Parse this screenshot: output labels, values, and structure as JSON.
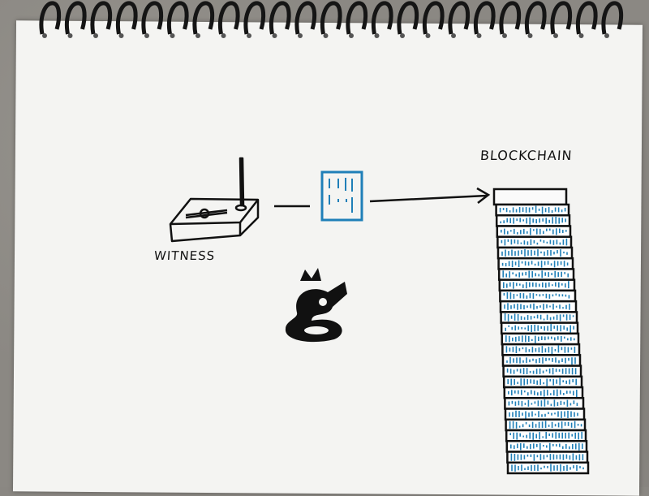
{
  "sketch": {
    "witness_label": "WITNESS",
    "blockchain_label": "BLOCKCHAIN",
    "block_count": 26,
    "spiral_ring_count": 23,
    "colors": {
      "ink": "#111111",
      "blue": "#1f7fb8",
      "paper": "#f4f4f2",
      "background": "#8a8782"
    }
  }
}
